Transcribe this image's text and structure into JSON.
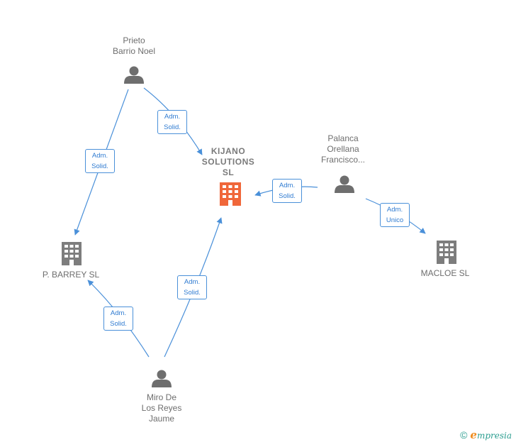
{
  "nodes": {
    "prieto": {
      "label": "Prieto\nBarrio Noel",
      "type": "person"
    },
    "kijano": {
      "label": "KIJANO\nSOLUTIONS\nSL",
      "type": "company-main"
    },
    "palanca": {
      "label": "Palanca\nOrellana\nFrancisco...",
      "type": "person"
    },
    "barrey": {
      "label": "P.  BARREY  SL",
      "type": "company"
    },
    "macloe": {
      "label": "MACLOE  SL",
      "type": "company"
    },
    "miro": {
      "label": "Miro De\nLos Reyes\nJaume",
      "type": "person"
    }
  },
  "edges": {
    "prieto_kijano": "Adm.\nSolid.",
    "prieto_barrey": "Adm.\nSolid.",
    "palanca_kijano": "Adm.\nSolid.",
    "palanca_macloe": "Adm.\nUnico",
    "miro_kijano": "Adm.\nSolid.",
    "miro_barrey": "Adm.\nSolid."
  },
  "colors": {
    "edge": "#4a90d9",
    "person_icon": "#6e6e6e",
    "company_icon": "#7d7d7d",
    "main_company_icon": "#f0673a"
  },
  "footer": {
    "copyright": "©",
    "brand_initial": "e",
    "brand_rest": "mpresia"
  }
}
